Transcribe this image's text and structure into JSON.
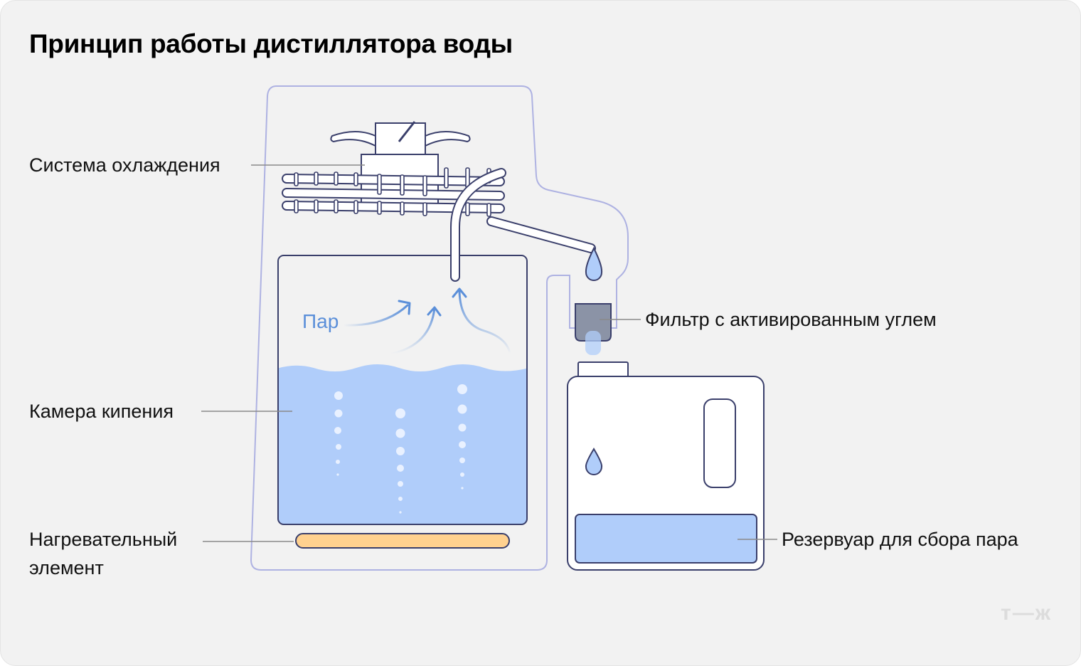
{
  "title": "Принцип работы дистиллятора воды",
  "labels": {
    "cooling": "Система охлаждения",
    "chamber": "Камера кипения",
    "heater": "Нагревательный элемент",
    "filter": "Фильтр с активированным углем",
    "reservoir": "Резервуар для сбора пара",
    "steam": "Пар"
  },
  "logo": "т—ж",
  "colors": {
    "background": "#f2f2f2",
    "outline": "#aeb2e2",
    "stroke": "#3a3f6b",
    "water": "#b0cdfa",
    "heater": "#ffd18f",
    "steam": "#5b8fd9",
    "filter": "#8b93a6"
  }
}
